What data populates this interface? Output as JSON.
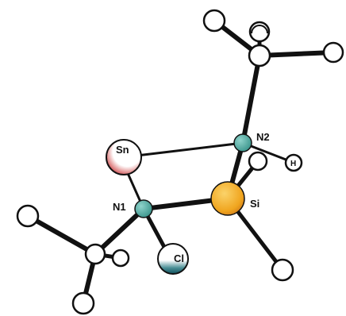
{
  "labels": {
    "sn": "Sn",
    "n1": "N1",
    "n2": "N2",
    "si": "Si",
    "cl": "Cl",
    "h": "H"
  },
  "atom_colors": {
    "sn": "#c0272d",
    "si": "#e8a21f",
    "nitrogen": "#3f9e94",
    "chlorine": "#1f5f6b",
    "carbon": "#ffffff",
    "bond": "#111111"
  }
}
